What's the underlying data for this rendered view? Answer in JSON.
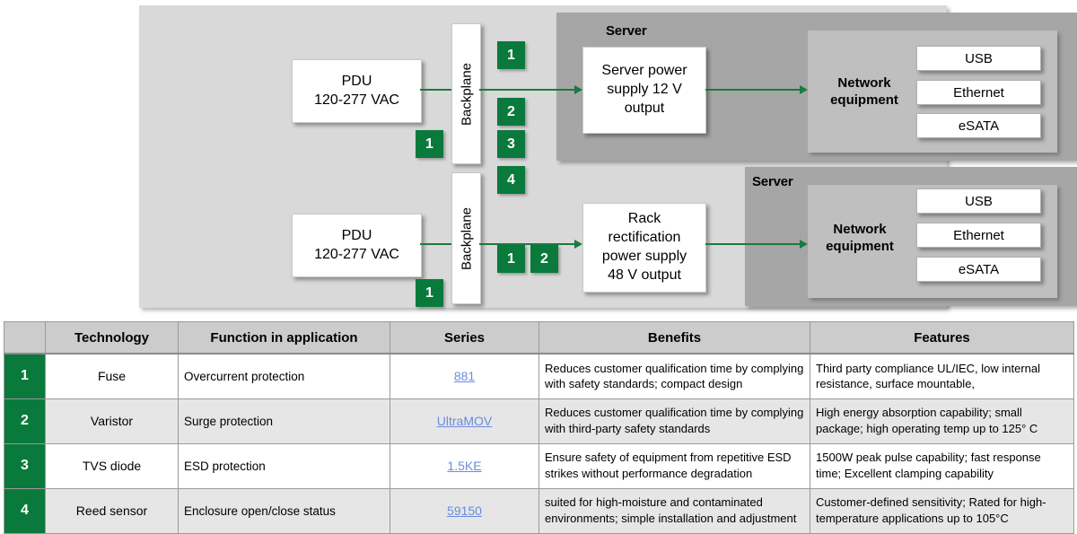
{
  "diagram": {
    "chains": [
      {
        "id": "top",
        "pdu_label": "PDU\n120-277 VAC",
        "pdu_line1": "PDU",
        "pdu_line2": "120-277 VAC",
        "backplane_label": "Backplane",
        "psu_line1": "Server power",
        "psu_line2": "supply 12 V",
        "psu_line3": "output",
        "server_label": "Server",
        "network_line1": "Network",
        "network_line2": "equipment",
        "ports": [
          "USB",
          "Ethernet",
          "eSATA"
        ],
        "badges_below_pdu": [
          "1"
        ],
        "badges_after_backplane": [
          "1",
          "2",
          "3",
          "4"
        ]
      },
      {
        "id": "bottom",
        "pdu_line1": "PDU",
        "pdu_line2": "120-277 VAC",
        "backplane_label": "Backplane",
        "psu_line1": "Rack",
        "psu_line2": "rectification",
        "psu_line3": "power supply",
        "psu_line4": "48 V output",
        "server_label": "Server",
        "network_line1": "Network",
        "network_line2": "equipment",
        "ports": [
          "USB",
          "Ethernet",
          "eSATA"
        ],
        "badges_below_pdu": [
          "1"
        ],
        "badges_after_backplane": [
          "1",
          "2"
        ]
      }
    ],
    "colors": {
      "badge_green": "#0a7a3c",
      "arrow_green": "#1a7a40",
      "canvas_gray": "#d9d9d9",
      "server_gray": "#a6a6a6",
      "network_gray": "#bfbfbf"
    }
  },
  "table": {
    "headers": [
      "",
      "Technology",
      "Function in application",
      "Series",
      "Benefits",
      "Features"
    ],
    "rows": [
      {
        "num": "1",
        "technology": "Fuse",
        "function": "Overcurrent protection",
        "series": "881",
        "benefits": "Reduces customer qualification time by complying with safety standards; compact design",
        "features": "Third party compliance UL/IEC, low internal resistance, surface mountable,"
      },
      {
        "num": "2",
        "technology": "Varistor",
        "function": "Surge protection",
        "series": "UltraMOV",
        "benefits": "Reduces customer qualification time by complying with third-party safety standards",
        "features": "High energy absorption capability; small package; high operating temp up to 125° C"
      },
      {
        "num": "3",
        "technology": "TVS diode",
        "function": "ESD protection",
        "series": "1.5KE",
        "benefits": "Ensure safety of equipment from repetitive ESD strikes  without performance degradation",
        "features": "1500W peak pulse capability; fast response time; Excellent clamping capability"
      },
      {
        "num": "4",
        "technology": "Reed sensor",
        "function": "Enclosure open/close status",
        "series": "59150",
        "benefits": "suited for high-moisture and contaminated environments; simple installation and adjustment",
        "features": "Customer-defined sensitivity; Rated for high-temperature applications up to 105°C"
      }
    ],
    "link_color": "#6b8be0"
  }
}
